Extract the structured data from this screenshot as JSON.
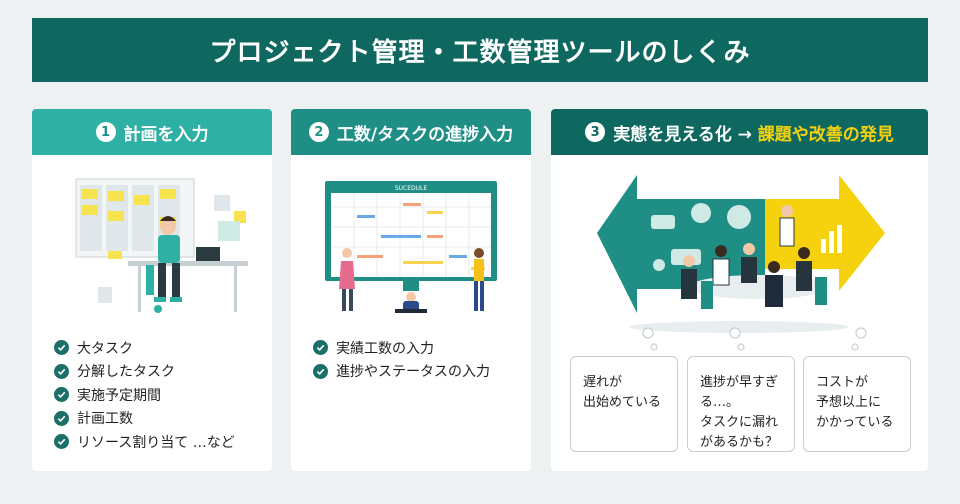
{
  "title": "プロジェクト管理・工数管理ツールのしくみ",
  "cards": [
    {
      "number": "1",
      "heading": "計画を入力",
      "items": [
        "大タスク",
        "分解したタスク",
        "実施予定期間",
        "計画工数",
        "リソース割り当て …など"
      ]
    },
    {
      "number": "2",
      "heading": "工数/タスクの進捗入力",
      "illustration_label": "SUCEDULE",
      "items": [
        "実績工数の入力",
        "進捗やステータスの入力"
      ]
    },
    {
      "number": "3",
      "heading_prefix": "実態を見える化 → ",
      "heading_highlight": "課題や改善の発見",
      "bubbles": [
        [
          "遅れが",
          "出始めている"
        ],
        [
          "進捗が早すぎ",
          "る…。",
          "タスクに漏れ",
          "があるかも？"
        ],
        [
          "コストが",
          "予想以上に",
          "かかっている"
        ]
      ]
    }
  ],
  "colors": {
    "title_bg": "#0f6860",
    "card1_head": "#2fb0a4",
    "card2_head": "#1f8f86",
    "card3_head": "#0f6860",
    "highlight": "#f5d20d",
    "check": "#1a6f67"
  }
}
